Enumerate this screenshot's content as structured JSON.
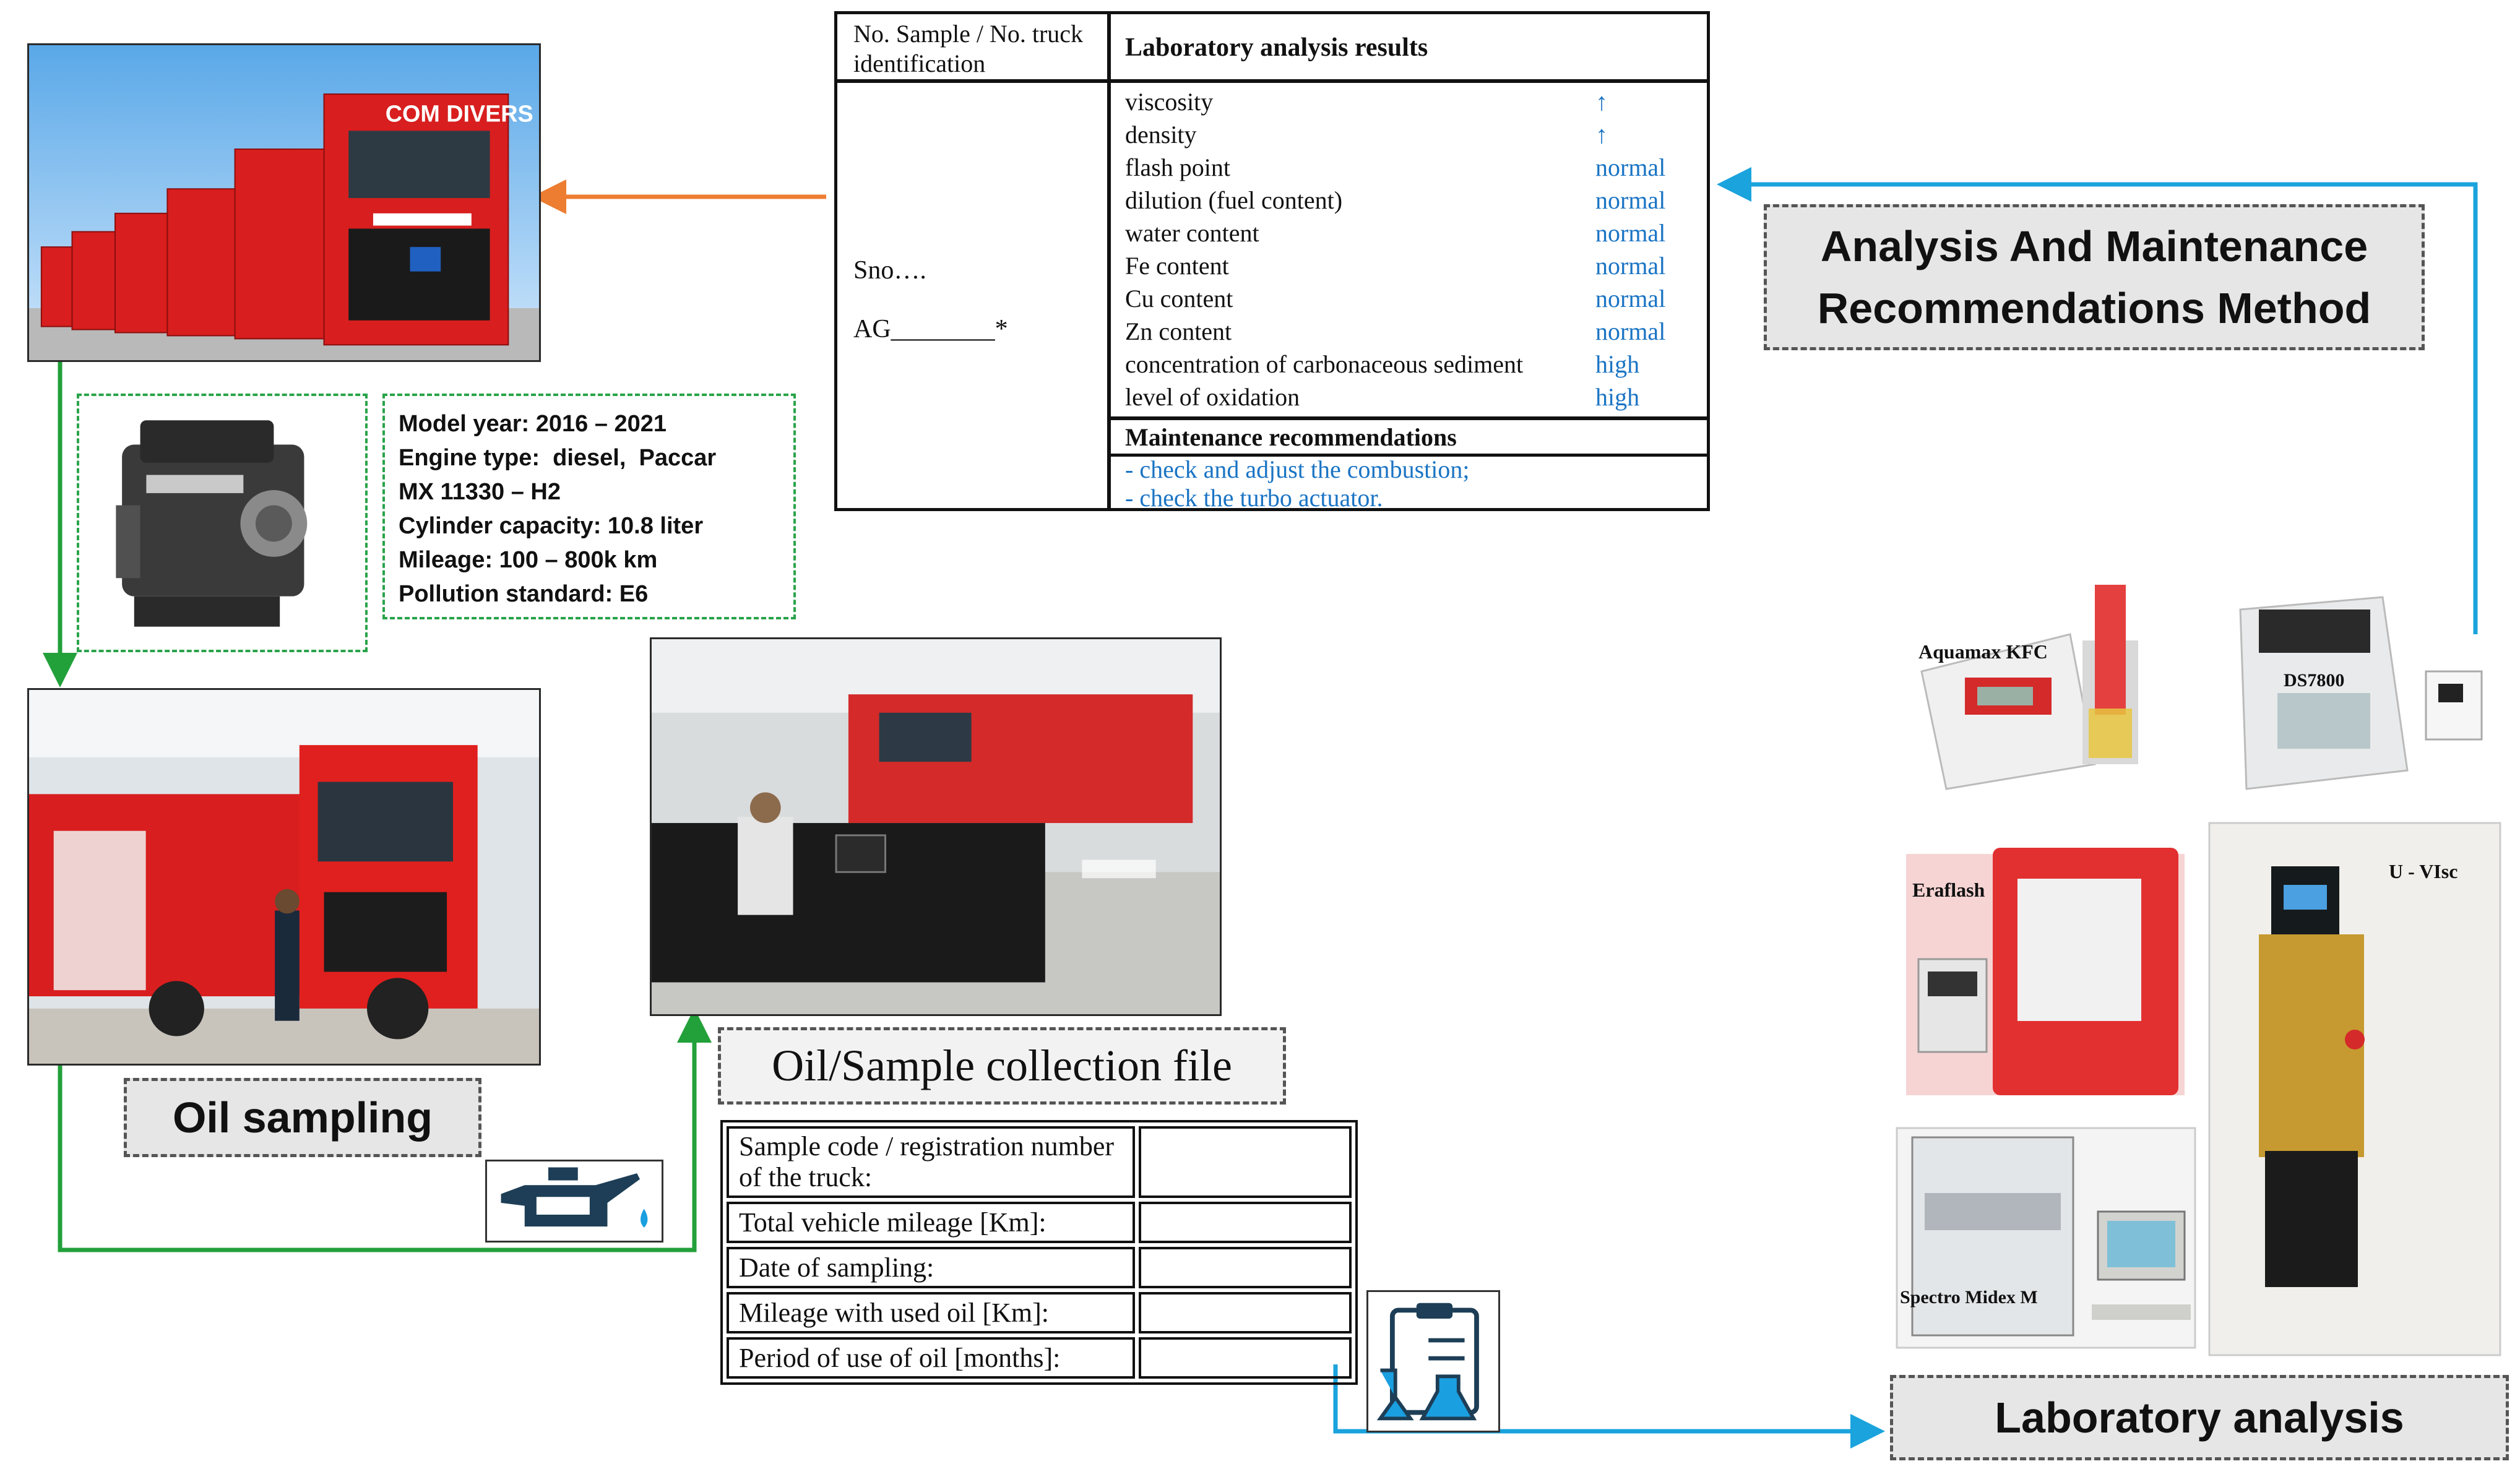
{
  "engine_specs": [
    "Model year: 2016 – 2021",
    "Engine type:  diesel,  Paccar",
    "MX 11330 – H2",
    "Cylinder capacity: 10.8 liter",
    "Mileage: 100 – 800k km",
    "Pollution standard: E6"
  ],
  "lab_results": {
    "header_col1": "No.   Sample   /   No. truck identification",
    "header_col2": "Laboratory analysis results",
    "sample_label": "Sno….",
    "ag_label": "AG________*",
    "parameters": [
      {
        "name": "viscosity",
        "value": "↑"
      },
      {
        "name": "density",
        "value": "↑"
      },
      {
        "name": "flash point",
        "value": "normal"
      },
      {
        "name": "dilution (fuel content)",
        "value": "normal"
      },
      {
        "name": "water content",
        "value": "normal"
      },
      {
        "name": "Fe content",
        "value": "normal"
      },
      {
        "name": "Cu content",
        "value": "normal"
      },
      {
        "name": "Zn content",
        "value": "normal"
      },
      {
        "name": "concentration of carbonaceous sediment",
        "value": "high"
      },
      {
        "name": "level of oxidation",
        "value": "high"
      }
    ],
    "maintenance_header": "Maintenance recommendations",
    "recommendations": [
      "- check and adjust the combustion;",
      "- check the turbo actuator."
    ]
  },
  "method_label_line1": "Analysis And Maintenance",
  "method_label_line2": "Recommendations Method",
  "oil_sampling_label": "Oil sampling",
  "collection_file_label": "Oil/Sample collection file",
  "collection_form": [
    "Sample  code  /  registration number of the truck:",
    "Total vehicle mileage [Km]:",
    "Date of sampling:",
    "Mileage with used oil [Km]:",
    "Period of use of oil [months]:"
  ],
  "lab_analysis_label": "Laboratory analysis",
  "instruments": {
    "aquamax": "Aquamax KFC",
    "ds7800": "DS7800",
    "eraflash": "Eraflash",
    "uvisc": "U - VIsc",
    "spectro": "Spectro Midex M"
  },
  "truck_brand": "COM DIVERS",
  "colors": {
    "orange_arrow": "#ed7d31",
    "green_arrow": "#22a03a",
    "blue_arrow": "#1aa3dd",
    "value_blue": "#1a74c4"
  }
}
